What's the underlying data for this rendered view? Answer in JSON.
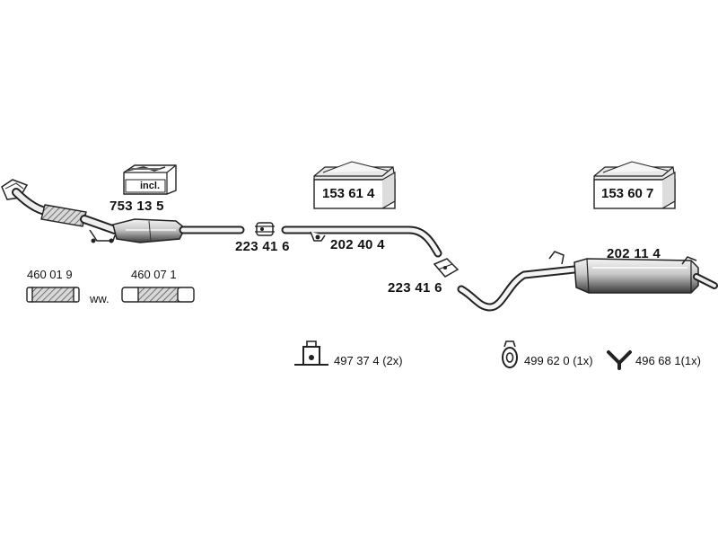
{
  "labels": {
    "kit_front": "753 13 5",
    "kit_front_incl": "incl.",
    "kit_middle": "153 61 4",
    "kit_rear": "153 60 7",
    "clamp_1": "223 41 6",
    "hanger_1": "202 40 4",
    "clamp_2": "223 41 6",
    "rear_silencer": "202 11 4",
    "flex_pipe_1": "460 01 9",
    "flex_pipe_2": "460 07 1",
    "ww": "ww.",
    "bracket_qty": "497 37 4 (2x)",
    "rubber_mount_qty": "499 62 0 (1x)",
    "rubber_hanger_qty": "496 68 1(1x)"
  },
  "colors": {
    "line": "#1a1a1a",
    "pipe_fill": "#ffffff",
    "shade": "#9a9a9a",
    "dark_shade": "#555555"
  },
  "icons": [
    "parts-box-icon",
    "catalytic-converter-icon",
    "clamp-icon",
    "flex-pipe-icon",
    "silencer-icon",
    "bracket-icon",
    "rubber-mount-icon",
    "rubber-hanger-icon"
  ]
}
